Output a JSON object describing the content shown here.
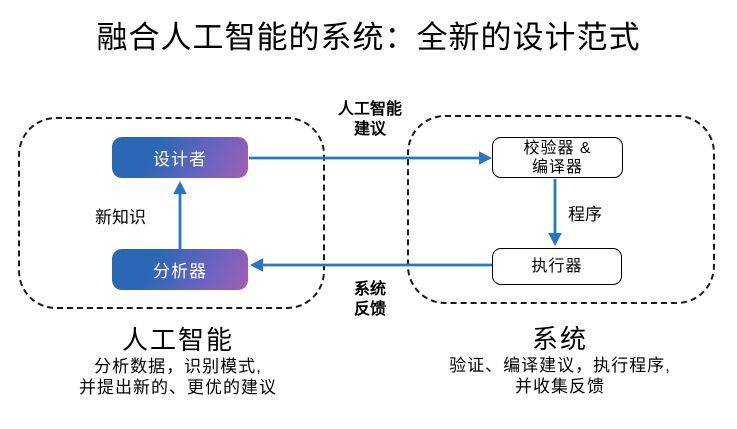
{
  "title": "融合人工智能的系统：全新的设计范式",
  "colors": {
    "arrow": "#2478c5",
    "gradient_start": "#2a67b5",
    "gradient_end": "#a75db5"
  },
  "ai_group": {
    "designer": "设计者",
    "analyzer": "分析器",
    "knowledge_label": "新知识",
    "caption_title": "人工智能",
    "caption_line1": "分析数据，识别模式,",
    "caption_line2": "并提出新的、更优的建议"
  },
  "system_group": {
    "verifier_line1": "校验器 &",
    "verifier_line2": "编译器",
    "executor": "执行器",
    "program_label": "程序",
    "caption_title": "系统",
    "caption_line1": "验证、编译建议，执行程序,",
    "caption_line2": "并收集反馈"
  },
  "flow_labels": {
    "suggestion_line1": "人工智能",
    "suggestion_line2": "建议",
    "feedback_line1": "系统",
    "feedback_line2": "反馈"
  }
}
